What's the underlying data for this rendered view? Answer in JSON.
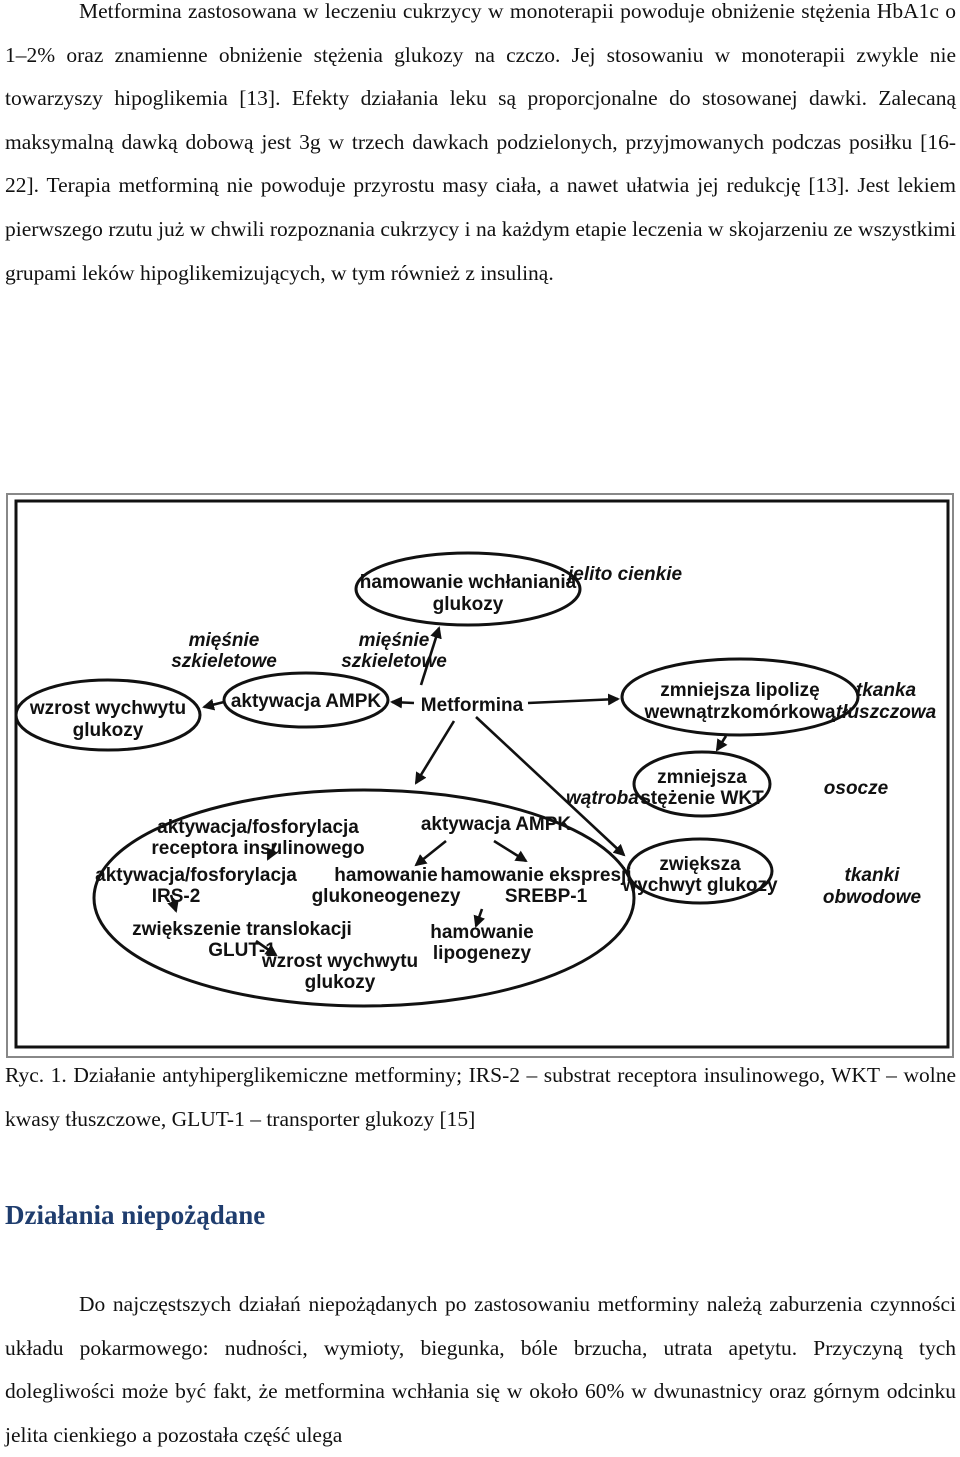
{
  "paragraph1": "Metformina zastosowana w leczeniu cukrzycy w monoterapii powoduje obniżenie stężenia HbA1c o 1–2% oraz znamienne obniżenie stężenia glukozy na czczo. Jej stosowaniu w monoterapii zwykle nie towarzyszy hipoglikemia [13]. Efekty działania leku są proporcjonalne do stosowanej dawki. Zalecaną maksymalną dawką dobową jest 3g w trzech dawkach podzielonych, przyjmowanych podczas posiłku [16-22]. Terapia metforminą nie powoduje przyrostu masy ciała, a nawet ułatwia jej redukcję [13]. Jest lekiem pierwszego rzutu już w chwili rozpoznania cukrzycy i na każdym etapie leczenia w skojarzeniu ze wszystkimi grupami leków hipoglikemizujących, w tym również z insuliną.",
  "figure": {
    "labels": {
      "hamowanie_wchlaniania_1": "hamowanie wchłaniania",
      "hamowanie_wchlaniania_2": "glukozy",
      "jelito_cienkie": "jelito cienkie",
      "miesnie_1a": "mięśnie",
      "miesnie_1b": "szkieletowe",
      "miesnie_2a": "mięśnie",
      "miesnie_2b": "szkieletowe",
      "wzrost_wychwytu_1": "wzrost wychwytu",
      "wzrost_wychwytu_2": "glukozy",
      "aktywacja_ampk_top": "aktywacja AMPK",
      "metformina": "Metformina",
      "zmniejsza_lipolize_1": "zmniejsza lipolizę",
      "zmniejsza_lipolize_2": "wewnątrzkomórkową",
      "tkanka_1": "tkanka",
      "tkanka_2": "tłuszczowa",
      "zmniejsza_wkt_1": "zmniejsza",
      "zmniejsza_wkt_2": "stężenie WKT",
      "watroba": "wątroba",
      "osocze": "osocze",
      "zwieksza_wychwyt_1": "zwiększa",
      "zwieksza_wychwyt_2": "wychwyt glukozy",
      "tkanki_1": "tkanki",
      "tkanki_2": "obwodowe",
      "aktywacja_fosf_rec_1": "aktywacja/fosforylacja",
      "aktywacja_fosf_rec_2": "receptora insulinowego",
      "aktywacja_ampk_liver": "aktywacja AMPK",
      "aktywacja_fosf_irs_1": "aktywacja/fosforylacja",
      "aktywacja_fosf_irs_2": "IRS-2",
      "hamowanie_gluko_1": "hamowanie",
      "hamowanie_gluko_2": "glukoneogenezy",
      "hamowanie_ekspresji_1": "hamowanie ekspresji",
      "hamowanie_ekspresji_2": "SREBP-1",
      "zwiekszenie_transl_1": "zwiększenie translokacji",
      "zwiekszenie_transl_2": "GLUT-1",
      "hamowanie_lipo_1": "hamowanie",
      "hamowanie_lipo_2": "lipogenezy",
      "wzrost_wychwytu_liver_1": "wzrost wychwytu",
      "wzrost_wychwytu_liver_2": "glukozy"
    }
  },
  "caption": "Ryc. 1. Działanie antyhiperglikemiczne metforminy; IRS-2 – substrat receptora insulinowego, WKT – wolne kwasy tłuszczowe, GLUT-1 – transporter glukozy [15]",
  "heading": "Działania niepożądane",
  "paragraph2": "Do najczęstszych działań niepożądanych po zastosowaniu metforminy należą zaburzenia czynności układu pokarmowego: nudności, wymioty, biegunka, bóle brzucha, utrata apetytu. Przyczyną tych dolegliwości może być fakt, że metformina wchłania się w około 60% w dwunastnicy oraz górnym odcinku jelita cienkiego a pozostała część ulega"
}
